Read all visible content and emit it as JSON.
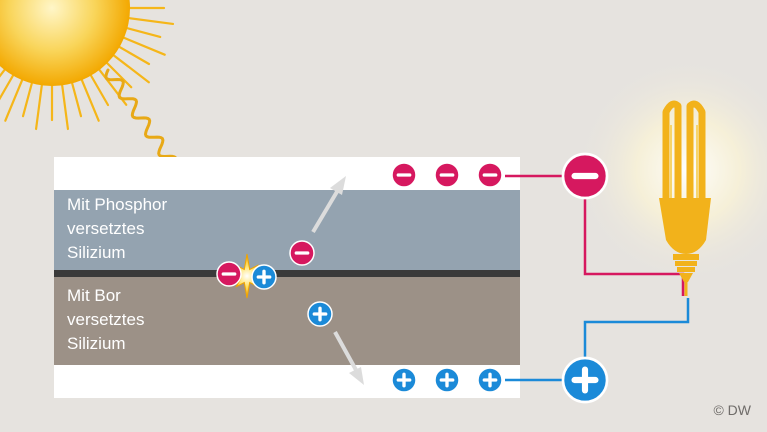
{
  "layers": {
    "top_label": [
      "Mit Phosphor",
      "versetztes",
      "Silizium"
    ],
    "bottom_label": [
      "Mit Bor",
      "versetztes",
      "Silizium"
    ]
  },
  "credit": "© DW",
  "colors": {
    "background": "#e6e3df",
    "n_layer": "#94a3b0",
    "p_layer": "#9c9187",
    "junction": "#3a3a3a",
    "electrode": "#ffffff",
    "negative": "#d6185f",
    "positive": "#1b8ad8",
    "sun": "#f5b619",
    "photon": "#e8a916",
    "bulb": "#f2b21b",
    "arrow": "#dcdcdc"
  },
  "icons": {
    "sun": "sun-icon",
    "bulb": "light-bulb-icon",
    "negative_charge": "minus-circle-icon",
    "positive_charge": "plus-circle-icon"
  }
}
